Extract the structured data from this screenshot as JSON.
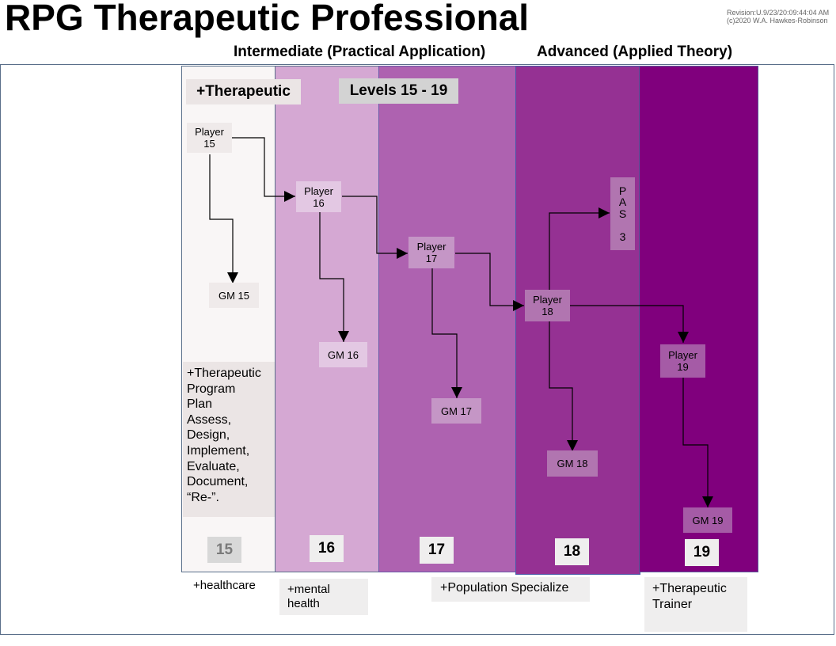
{
  "title": "RPG Therapeutic Professional",
  "revision": {
    "line1": "Revision:U.9/23/20:09:44:04 AM",
    "line2": "(c)2020 W.A. Hawkes-Robinson"
  },
  "bands": {
    "intermediate": "Intermediate (Practical Application)",
    "advanced": "Advanced (Applied Theory)"
  },
  "tags": {
    "therapeutic": "+Therapeutic",
    "levels": "Levels 15 - 19"
  },
  "colors": {
    "col15": "#f9f6f6",
    "col16": "#d5a8d3",
    "col17": "#ae62b0",
    "col18": "#953193",
    "col19": "#80007d",
    "node_light": "#efeaea",
    "node_16": "#e3c8e3",
    "node_17": "#c596c6",
    "node_18": "#b175b0",
    "node_19": "#a55ba6"
  },
  "nodes": {
    "player15": "Player\n15",
    "gm15": "GM 15",
    "player16": "Player\n16",
    "gm16": "GM 16",
    "player17": "Player\n17",
    "gm17": "GM 17",
    "player18": "Player\n18",
    "gm18": "GM 18",
    "pas3": "P\nA\nS\n\n3",
    "player19": "Player\n19",
    "gm19": "GM 19"
  },
  "levels": [
    "15",
    "16",
    "17",
    "18",
    "19"
  ],
  "program_note": "+Therapeutic\nProgram\nPlan\nAssess,\nDesign,\nImplement,\nEvaluate,\nDocument,\n“Re-”.",
  "footer_notes": {
    "healthcare": "+healthcare",
    "mental_health": "+mental\nhealth",
    "population": "+Population Specialize",
    "trainer": "+Therapeutic\nTrainer"
  }
}
